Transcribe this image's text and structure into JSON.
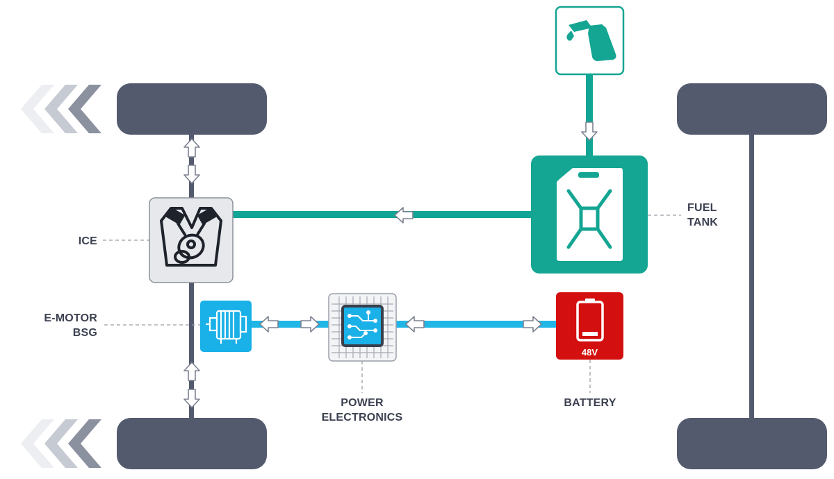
{
  "colors": {
    "wheel": "#545a6e",
    "axle": "#545a6e",
    "fuel_line": "#10a594",
    "fuel_tank": "#14a593",
    "electric_line": "#20b6e6",
    "emotor": "#1ab0e8",
    "battery": "#d40f0f",
    "ice_box": "#e7e8ec",
    "label_text": "#3c4150",
    "dash": "#9a9ea8"
  },
  "components": {
    "ice": {
      "label": "ICE",
      "icon": "engine-icon"
    },
    "emotor": {
      "label_line1": "E-MOTOR",
      "label_line2": "BSG",
      "icon": "electric-motor-icon"
    },
    "power_electronics": {
      "label_line1": "POWER",
      "label_line2": "ELECTRONICS",
      "icon": "chip-icon"
    },
    "battery": {
      "label": "BATTERY",
      "voltage": "48V",
      "icon": "battery-icon"
    },
    "fuel_tank": {
      "label_line1": "FUEL",
      "label_line2": "TANK",
      "icon": "jerry-can-icon"
    },
    "fuel_pump": {
      "icon": "fuel-nozzle-icon"
    }
  },
  "direction_indicator": {
    "icon": "chevron-left-icon",
    "direction": "left"
  }
}
